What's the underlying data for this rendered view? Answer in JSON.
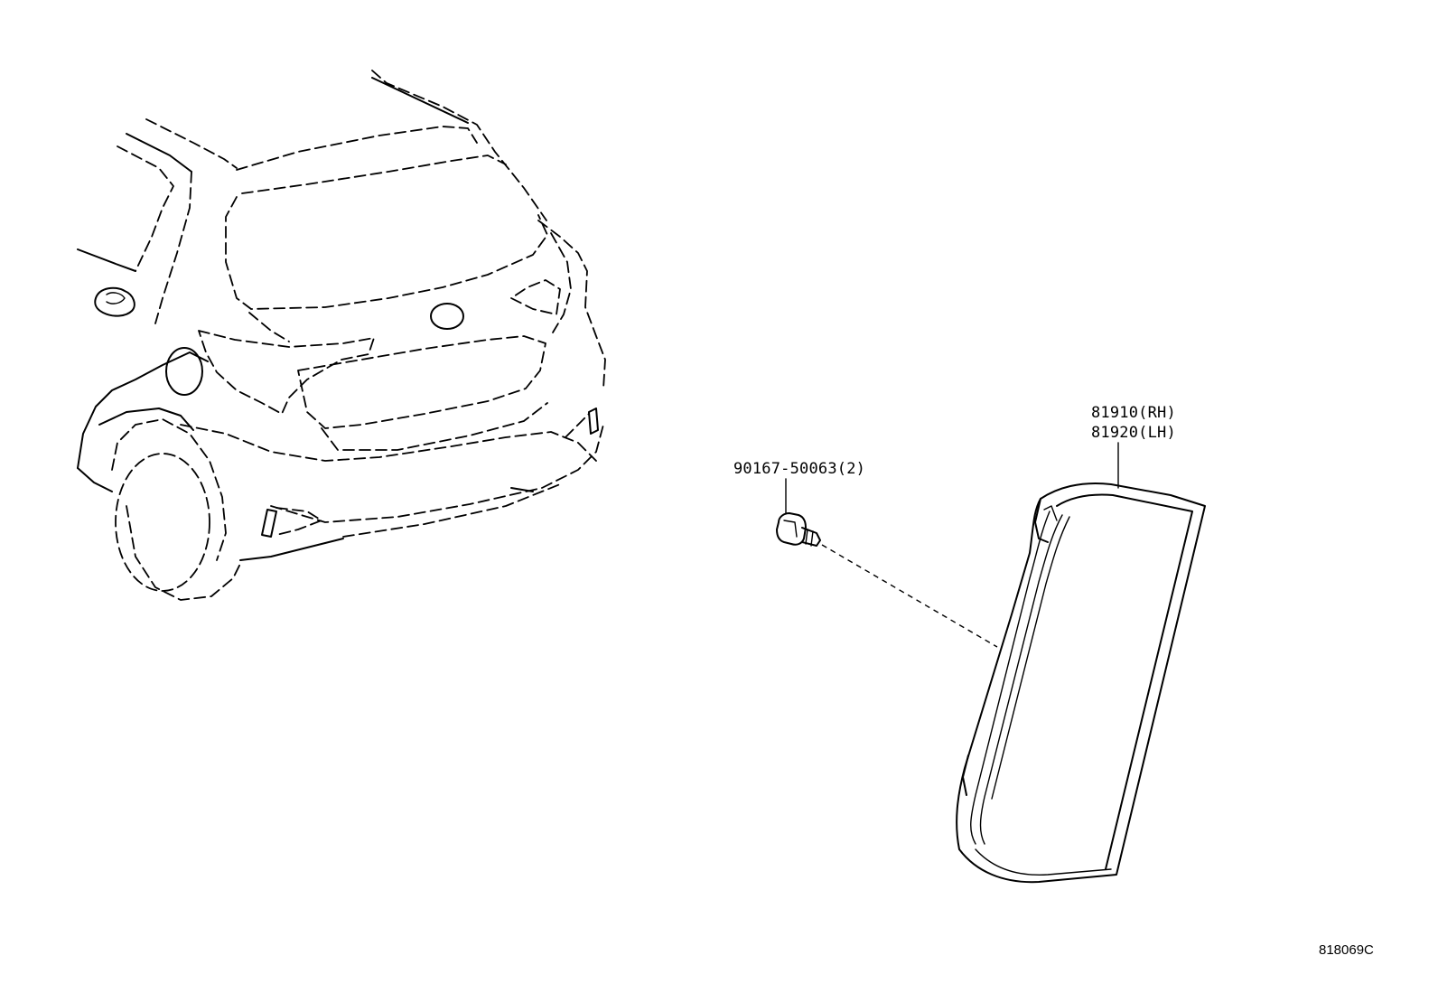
{
  "callouts": {
    "bolt_part_no": "90167-50063(2)",
    "lamp_part_no_rh": "81910(RH)",
    "lamp_part_no_lh": "81920(LH)"
  },
  "illustration_code": "818069C",
  "components": {
    "vehicle_icon": "hatchback-rear-outline-icon",
    "bolt_icon": "bolt-icon",
    "lamp_icon": "rear-lamp-assembly-icon"
  },
  "colors": {
    "line": "#000000",
    "background": "#ffffff"
  }
}
